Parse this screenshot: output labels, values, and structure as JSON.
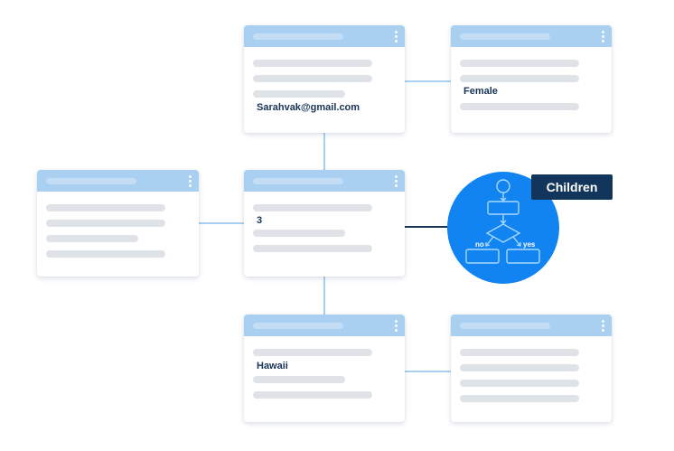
{
  "cards": {
    "email": {
      "value": "Sarahvak@gmail.com"
    },
    "gender": {
      "value": "Female"
    },
    "children": {
      "value": "3"
    },
    "location": {
      "value": "Hawaii"
    }
  },
  "badge": {
    "label": "Children"
  },
  "flowchart": {
    "no_label": "no",
    "yes_label": "yes"
  },
  "colors": {
    "header": "#a9d0f1",
    "connector": "#a9d0f1",
    "circle": "#1184f1",
    "badge": "#12355b",
    "value_text": "#183458",
    "placeholder": "#dfe3e8"
  }
}
